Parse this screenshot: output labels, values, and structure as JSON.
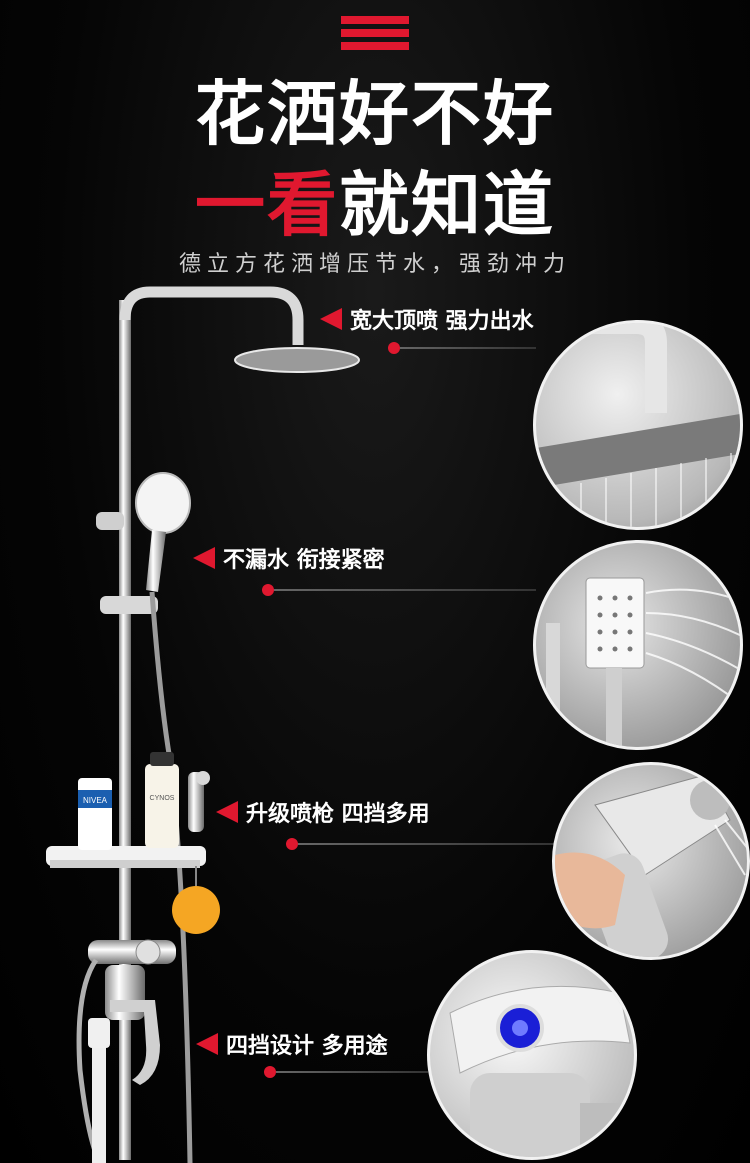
{
  "header": {
    "headline_line1": "花洒好不好",
    "headline_line2_red": "一看",
    "headline_line2_white": "就知道",
    "subtitle": "德立方花洒增压节水，强劲冲力"
  },
  "features": [
    {
      "label": "宽大顶喷 强力出水"
    },
    {
      "label": "不漏水 衔接紧密"
    },
    {
      "label": "升级喷枪 四挡多用"
    },
    {
      "label": "四挡设计 多用途"
    }
  ],
  "product": {
    "lotion_brand": "NIVEA",
    "bottle_brand": "CYNOS"
  },
  "colors": {
    "accent": "#e0182f",
    "background": "#000000",
    "chrome": "#d8d8d8",
    "sponge": "#f5a623"
  }
}
